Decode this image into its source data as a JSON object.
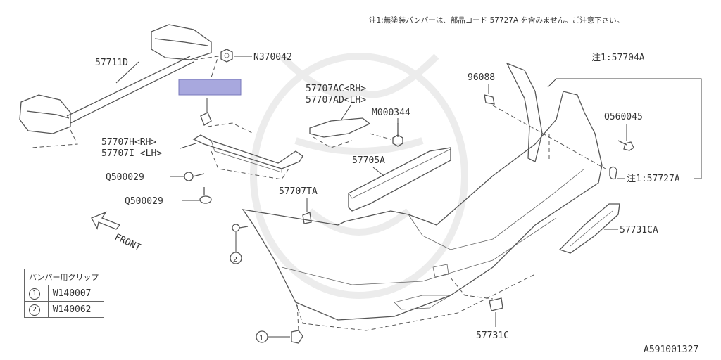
{
  "note_top": "注1:無塗装バンパーは、部品コード 57727A を含みません。ご注意下さい。",
  "diagram_code": "A591001327",
  "highlight_color": "#a8a8de",
  "front_label": "FRONT",
  "parts": {
    "p57711D": "57711D",
    "pN370042": "N370042",
    "p57707H": "57707H<RH>",
    "p57707I": "57707I <LH>",
    "pQ500029a": "Q500029",
    "pQ500029b": "Q500029",
    "p57707AC": "57707AC<RH>",
    "p57707AD": "57707AD<LH>",
    "pM000344": "M000344",
    "p57705A": "57705A",
    "p57707TA": "57707TA",
    "p96088": "96088",
    "p57704A": "注1:57704A",
    "pQ560045": "Q560045",
    "p57727A": "注1:57727A",
    "p57731CA": "57731CA",
    "p57731C": "57731C",
    "clip1": "1",
    "clip2": "2"
  },
  "clip_table": {
    "header": "バンパー用クリップ",
    "rows": [
      {
        "num": "1",
        "code": "W140007"
      },
      {
        "num": "2",
        "code": "W140062"
      }
    ]
  }
}
